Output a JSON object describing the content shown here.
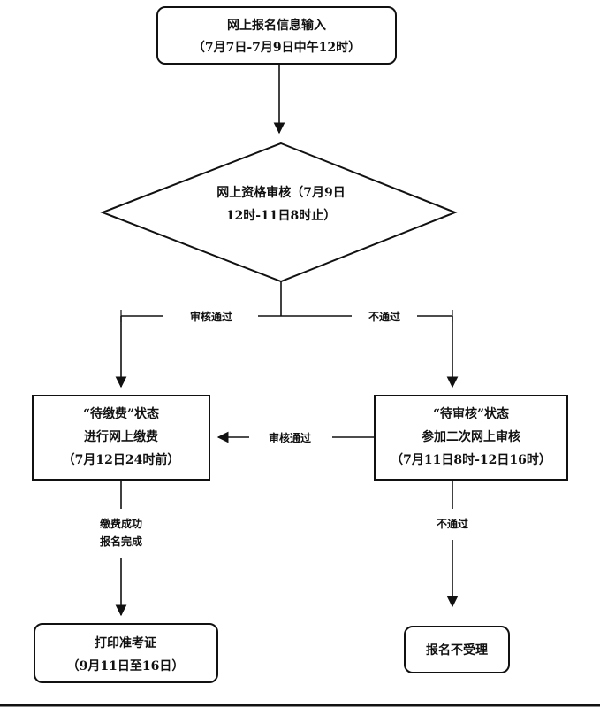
{
  "nodes": {
    "input": {
      "line1": "网上报名信息输入",
      "line2": "（7月7日-7月9日中午12时）"
    },
    "review": {
      "line1": "网上资格审核（7月9日",
      "line2": "12时-11日8时止）"
    },
    "pay": {
      "line1": "“待缴费”状态",
      "line2": "进行网上缴费",
      "line3": "（7月12日24时前）"
    },
    "second": {
      "line1": "“待审核”状态",
      "line2": "参加二次网上审核",
      "line3": "（7月11日8时-12日16时）"
    },
    "print": {
      "line1": "打印准考证",
      "line2": "（9月11日至16日）"
    },
    "reject": {
      "line1": "报名不受理"
    }
  },
  "edges": {
    "review_pass": "审核通过",
    "review_fail": "不通过",
    "second_pass": "审核通过",
    "pay_done_1": "缴费成功",
    "pay_done_2": "报名完成",
    "second_fail": "不通过"
  }
}
